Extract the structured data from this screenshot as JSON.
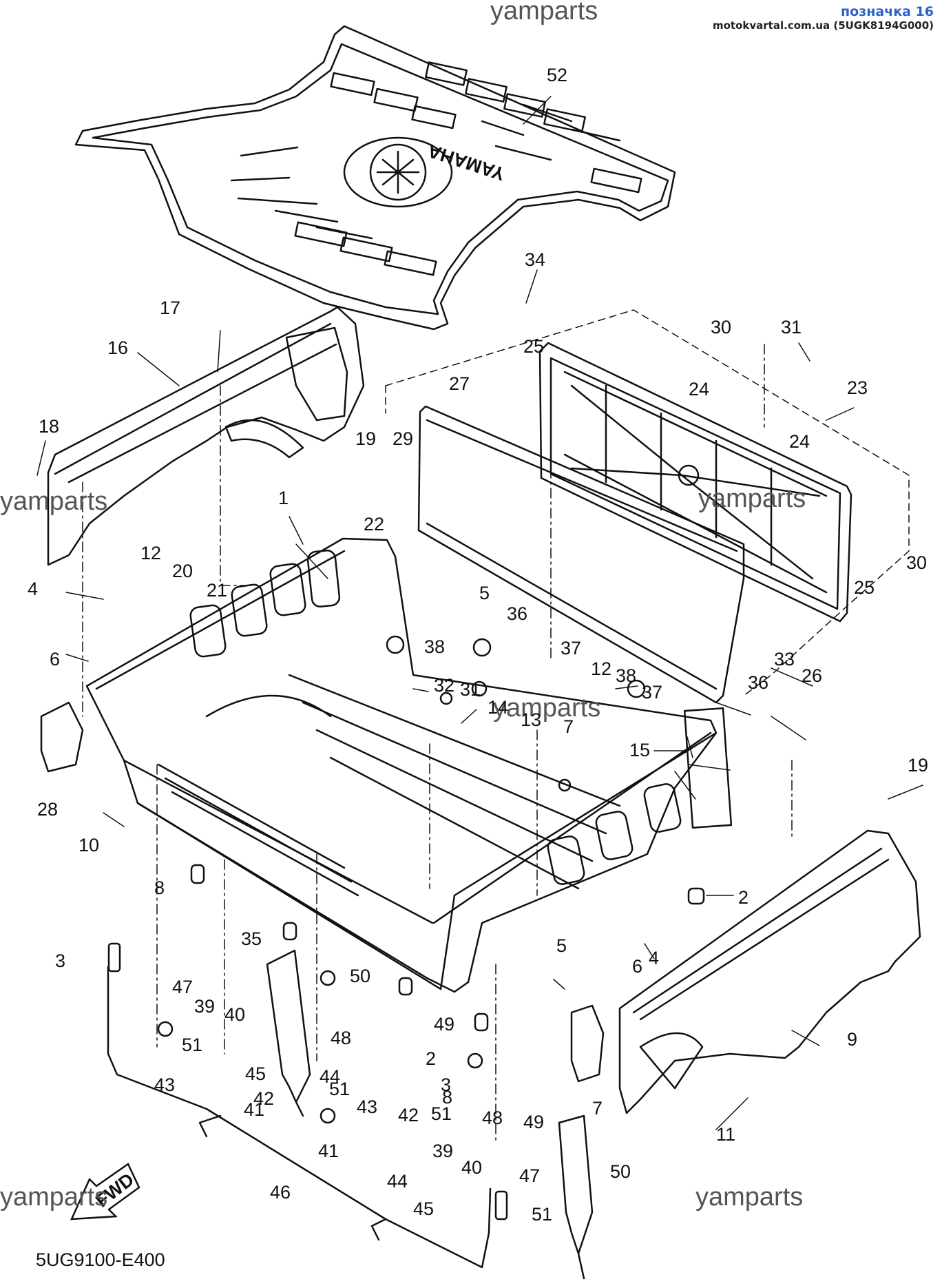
{
  "header": {
    "badge": "позначка 16",
    "source": "motokvartal.com.ua (5UGK8194G000)"
  },
  "watermarks": [
    "yamparts",
    "yamparts",
    "yamparts",
    "yamparts",
    "yamparts",
    "yamparts"
  ],
  "diagram_code": "5UG9100-E400",
  "fwd_label": "FWD",
  "mat_logo_text": "YAMAHA",
  "callouts": [
    "52",
    "34",
    "17",
    "16",
    "30",
    "31",
    "23",
    "18",
    "25",
    "24",
    "27",
    "29",
    "19",
    "24",
    "1",
    "22",
    "12",
    "20",
    "4",
    "21",
    "6",
    "5",
    "36",
    "37",
    "38",
    "32",
    "33",
    "26",
    "25",
    "30",
    "31",
    "14",
    "13",
    "12",
    "38",
    "37",
    "36",
    "28",
    "7",
    "15",
    "19",
    "10",
    "8",
    "2",
    "35",
    "3",
    "47",
    "39",
    "40",
    "50",
    "48",
    "51",
    "45",
    "42",
    "43",
    "41",
    "44",
    "49",
    "2",
    "3",
    "8",
    "51",
    "48",
    "49",
    "5",
    "6",
    "4",
    "7",
    "9",
    "11",
    "51",
    "43",
    "42",
    "41",
    "44",
    "46",
    "39",
    "40",
    "47",
    "50",
    "45",
    "51"
  ]
}
